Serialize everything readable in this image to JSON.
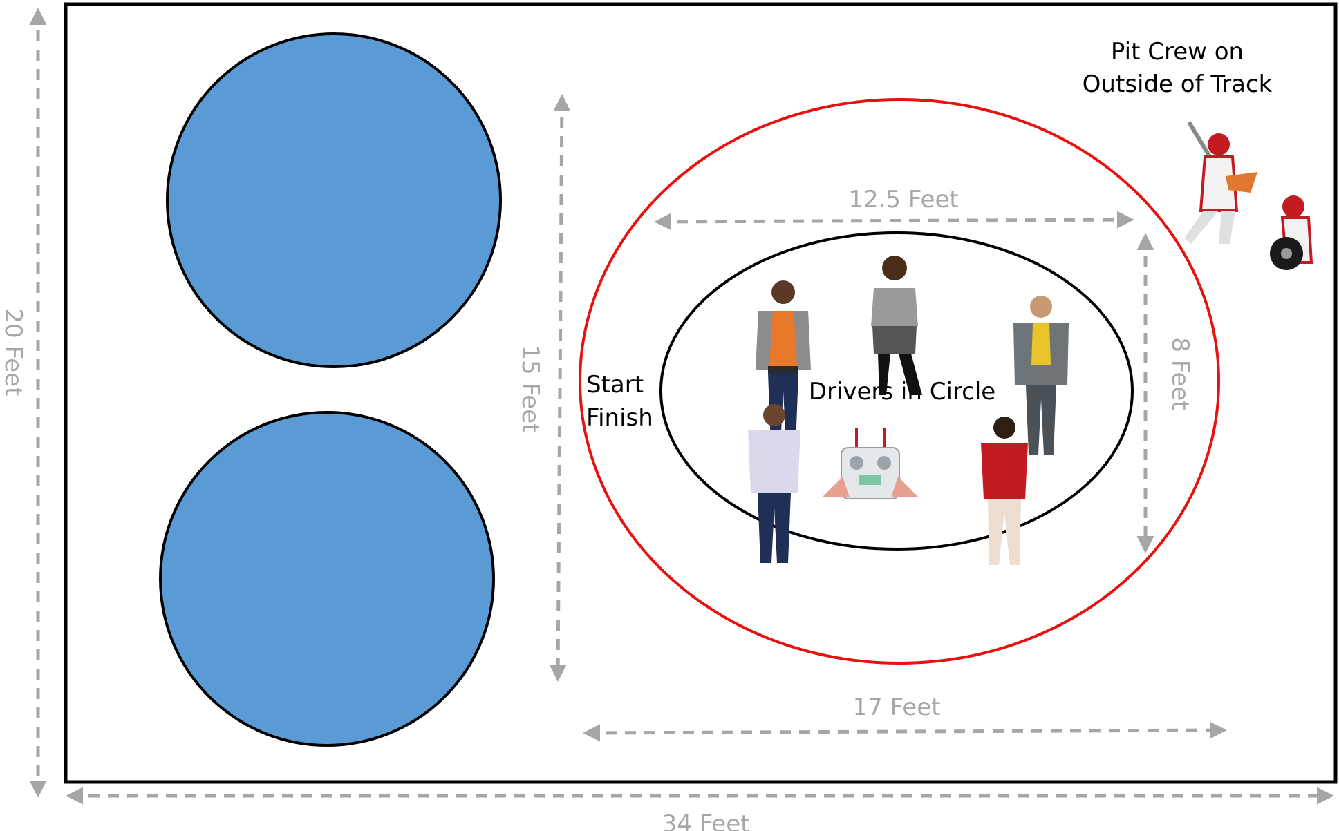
{
  "colors": {
    "tables": "#5b9bd5",
    "track": "#e8110f",
    "outline": "#000000",
    "dimension": "#a6a6a6"
  },
  "labels": {
    "pit_crew_line1": "Pit Crew on",
    "pit_crew_line2": "Outside of Track",
    "start": "Start",
    "finish": "Finish",
    "drivers": "Drivers in Circle"
  },
  "dimensions": {
    "room_height": "20 Feet",
    "room_width": "34 Feet",
    "track_height": "15 Feet",
    "track_width": "17 Feet",
    "circle_width": "12.5 Feet",
    "circle_height": "8 Feet"
  },
  "icons": {
    "people": [
      "person-icon",
      "person-icon",
      "person-icon",
      "person-icon",
      "person-icon"
    ],
    "controller": "rc-controller-icon",
    "pit_crew": [
      "pit-crew-member-icon",
      "pit-crew-member-icon"
    ]
  }
}
